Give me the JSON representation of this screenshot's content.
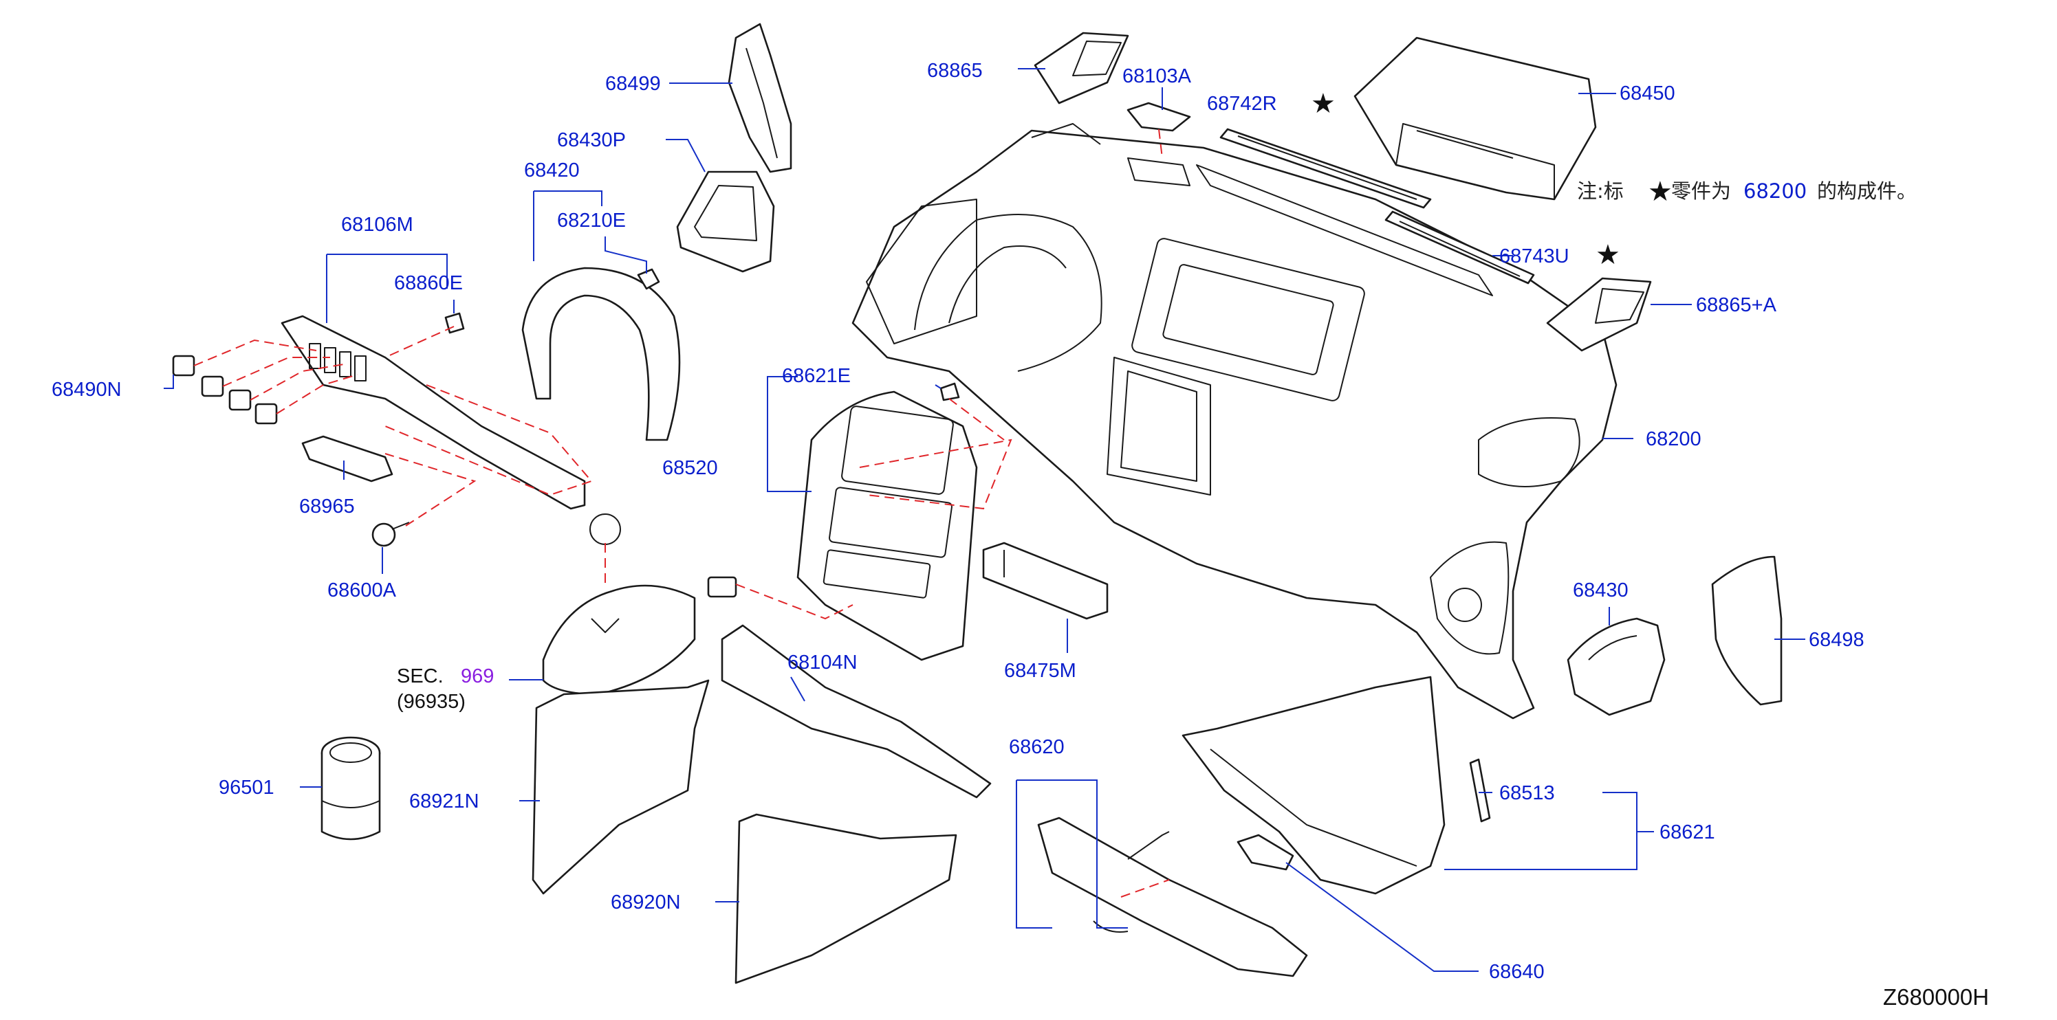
{
  "diagram": {
    "diagram_code": "Z680000H",
    "note": {
      "prefix": "注:标",
      "star_glyph": "★",
      "middle": "零件为",
      "part_ref": "68200",
      "suffix": "的构成件。"
    },
    "star_glyph": "★",
    "section_ref": {
      "sec_label": "SEC.",
      "sec_number": "969",
      "sub_number": "(96935)"
    },
    "labels": {
      "p68499": "68499",
      "p68865": "68865",
      "p68103A": "68103A",
      "p68742R": "68742R",
      "p68450": "68450",
      "p68430P": "68430P",
      "p68420": "68420",
      "p68210E": "68210E",
      "p68106M": "68106M",
      "p68860E": "68860E",
      "p68743U": "68743U",
      "p68865A": "68865+A",
      "p68490N": "68490N",
      "p68621E": "68621E",
      "p68200": "68200",
      "p68520": "68520",
      "p68965": "68965",
      "p68600A": "68600A",
      "p68430": "68430",
      "p68498": "68498",
      "p68104N": "68104N",
      "p68475M": "68475M",
      "p96501": "96501",
      "p68921N": "68921N",
      "p68620": "68620",
      "p68513": "68513",
      "p68621": "68621",
      "p68920N": "68920N",
      "p68640": "68640"
    },
    "colors": {
      "label_blue": "#0a1ecc",
      "leader_blue": "#1530c8",
      "dash_red": "#e0262a",
      "section_purple": "#8a1ee0",
      "line_black": "#1a1a1a"
    }
  }
}
